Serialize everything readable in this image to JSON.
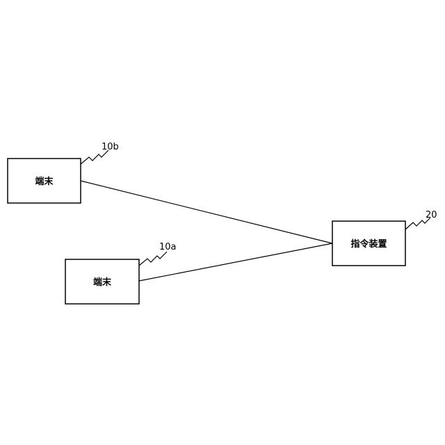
{
  "nodes": {
    "terminal_b": {
      "label": "端末",
      "ref": "10b"
    },
    "terminal_a": {
      "label": "端末",
      "ref": "10a"
    },
    "command_device": {
      "label": "指令装置",
      "ref": "20"
    }
  },
  "colors": {
    "stroke": "#000000",
    "background": "#ffffff"
  }
}
